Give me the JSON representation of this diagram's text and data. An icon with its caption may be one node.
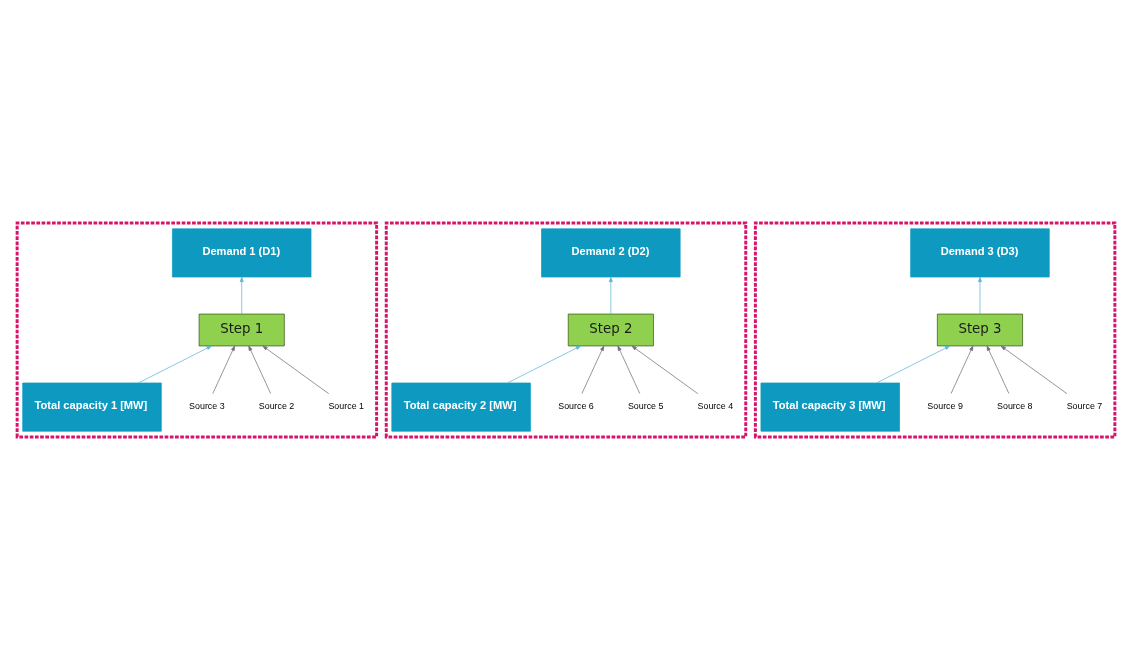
{
  "diagram": {
    "nodes": [
      {
        "text": [],
        "shape": "box"
      },
      {
        "text": [
          "Demand 1 (D1)"
        ],
        "in": 0
      },
      {
        "text": [
          "Step 1"
        ],
        "in": 0
      },
      {
        "text": [
          "Source 1"
        ],
        "in": 0
      },
      {
        "text": [
          "Source 2"
        ],
        "in": 0
      },
      {
        "text": [
          "Source 3"
        ],
        "in": 0
      },
      {
        "text": [
          "Total capacity 1 [MW]"
        ],
        "in": 0
      },
      {
        "text": [],
        "shape": "box"
      },
      {
        "text": [
          "Demand 2 (D2)"
        ],
        "in": 7
      },
      {
        "text": [
          "Step 2"
        ],
        "in": 7
      },
      {
        "text": [
          "Source 4"
        ],
        "in": 7
      },
      {
        "text": [
          "Source 5"
        ],
        "in": 7
      },
      {
        "text": [
          "Source 6"
        ],
        "in": 7
      },
      {
        "text": [
          "Total capacity 2 [MW]"
        ],
        "in": 7
      },
      {
        "text": [],
        "shape": "box"
      },
      {
        "text": [
          "Demand 3 (D3)"
        ],
        "in": 14
      },
      {
        "text": [
          "Step 3"
        ],
        "in": 14
      },
      {
        "text": [
          "Source 7"
        ],
        "in": 14
      },
      {
        "text": [
          "Source 8"
        ],
        "in": 14
      },
      {
        "text": [
          "Source 9"
        ],
        "in": 14
      },
      {
        "text": [
          "Total capacity 3 [MW]"
        ],
        "in": 14
      }
    ],
    "edges": [
      {
        "from": 6,
        "to": 2,
        "arrow": "to",
        "color": "#5ab4d6"
      },
      {
        "from": 2,
        "to": 1,
        "arrow": "to",
        "color": "#5ab4d6"
      },
      {
        "from": 3,
        "to": 2,
        "arrow": "to"
      },
      {
        "from": 4,
        "to": 2,
        "arrow": "to"
      },
      {
        "from": 5,
        "to": 2,
        "arrow": "to"
      },
      {
        "from": 13,
        "to": 9,
        "arrow": "to",
        "color": "#5ab4d6"
      },
      {
        "from": 9,
        "to": 8,
        "arrow": "to",
        "color": "#5ab4d6"
      },
      {
        "from": 10,
        "to": 9,
        "arrow": "to"
      },
      {
        "from": 11,
        "to": 9,
        "arrow": "to"
      },
      {
        "from": 12,
        "to": 9,
        "arrow": "to"
      },
      {
        "from": 20,
        "to": 16,
        "arrow": "to",
        "color": "#5ab4d6"
      },
      {
        "from": 16,
        "to": 15,
        "arrow": "to",
        "color": "#5ab4d6"
      },
      {
        "from": 17,
        "to": 16,
        "arrow": "to"
      },
      {
        "from": 18,
        "to": 16,
        "arrow": "to"
      },
      {
        "from": 19,
        "to": 16,
        "arrow": "to"
      }
    ]
  }
}
